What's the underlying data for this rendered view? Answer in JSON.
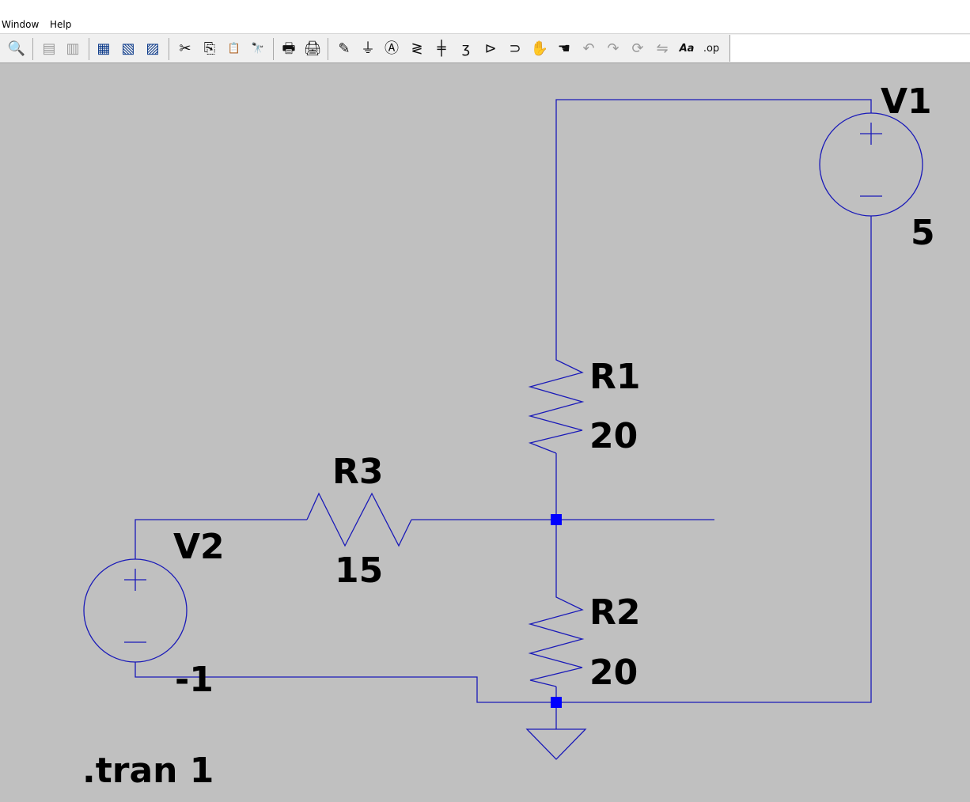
{
  "menu": {
    "window_label": "Window",
    "help_label": "Help"
  },
  "toolbar": {
    "items": [
      {
        "name": "zoom-cancel-icon",
        "glyph": "🔍"
      },
      {
        "name": "autorange-icon",
        "glyph": "▤"
      },
      {
        "name": "autorange-x-icon",
        "glyph": "▥"
      },
      {
        "name": "tile-horizontal-icon",
        "glyph": "▦"
      },
      {
        "name": "tile-vertical-icon",
        "glyph": "▧"
      },
      {
        "name": "cascade-icon",
        "glyph": "▨"
      },
      {
        "name": "cut-icon",
        "glyph": "✂"
      },
      {
        "name": "copy-icon",
        "glyph": "⎘"
      },
      {
        "name": "paste-icon",
        "glyph": "📋"
      },
      {
        "name": "find-icon",
        "glyph": "🔭"
      },
      {
        "name": "print-preview-icon",
        "glyph": "🖶"
      },
      {
        "name": "print-icon",
        "glyph": "🖨"
      },
      {
        "name": "draw-wire-icon",
        "glyph": "✎"
      },
      {
        "name": "ground-icon",
        "glyph": "⏚"
      },
      {
        "name": "label-net-icon",
        "glyph": "Ⓐ"
      },
      {
        "name": "resistor-icon",
        "glyph": "≷"
      },
      {
        "name": "capacitor-icon",
        "glyph": "╪"
      },
      {
        "name": "inductor-icon",
        "glyph": "ʒ"
      },
      {
        "name": "diode-icon",
        "glyph": "⊳"
      },
      {
        "name": "component-icon",
        "glyph": "⊃"
      },
      {
        "name": "move-hand-icon",
        "glyph": "✋"
      },
      {
        "name": "drag-hand-icon",
        "glyph": "☚"
      },
      {
        "name": "undo-icon",
        "glyph": "↶"
      },
      {
        "name": "redo-icon",
        "glyph": "↷"
      },
      {
        "name": "rotate-icon",
        "glyph": "⟳"
      },
      {
        "name": "mirror-icon",
        "glyph": "⇋"
      },
      {
        "name": "text-icon",
        "glyph": "Aa"
      },
      {
        "name": "spice-directive-icon",
        "glyph": ".op"
      }
    ]
  },
  "schematic": {
    "v1": {
      "name": "V1",
      "value": "5"
    },
    "v2": {
      "name": "V2",
      "value": "-1"
    },
    "r1": {
      "name": "R1",
      "value": "20"
    },
    "r2": {
      "name": "R2",
      "value": "20"
    },
    "r3": {
      "name": "R3",
      "value": "15"
    },
    "directive": ".tran 1"
  },
  "colors": {
    "wire": "#1a1ab8",
    "canvas": "#c0c0c0",
    "junction": "#0000ff"
  }
}
